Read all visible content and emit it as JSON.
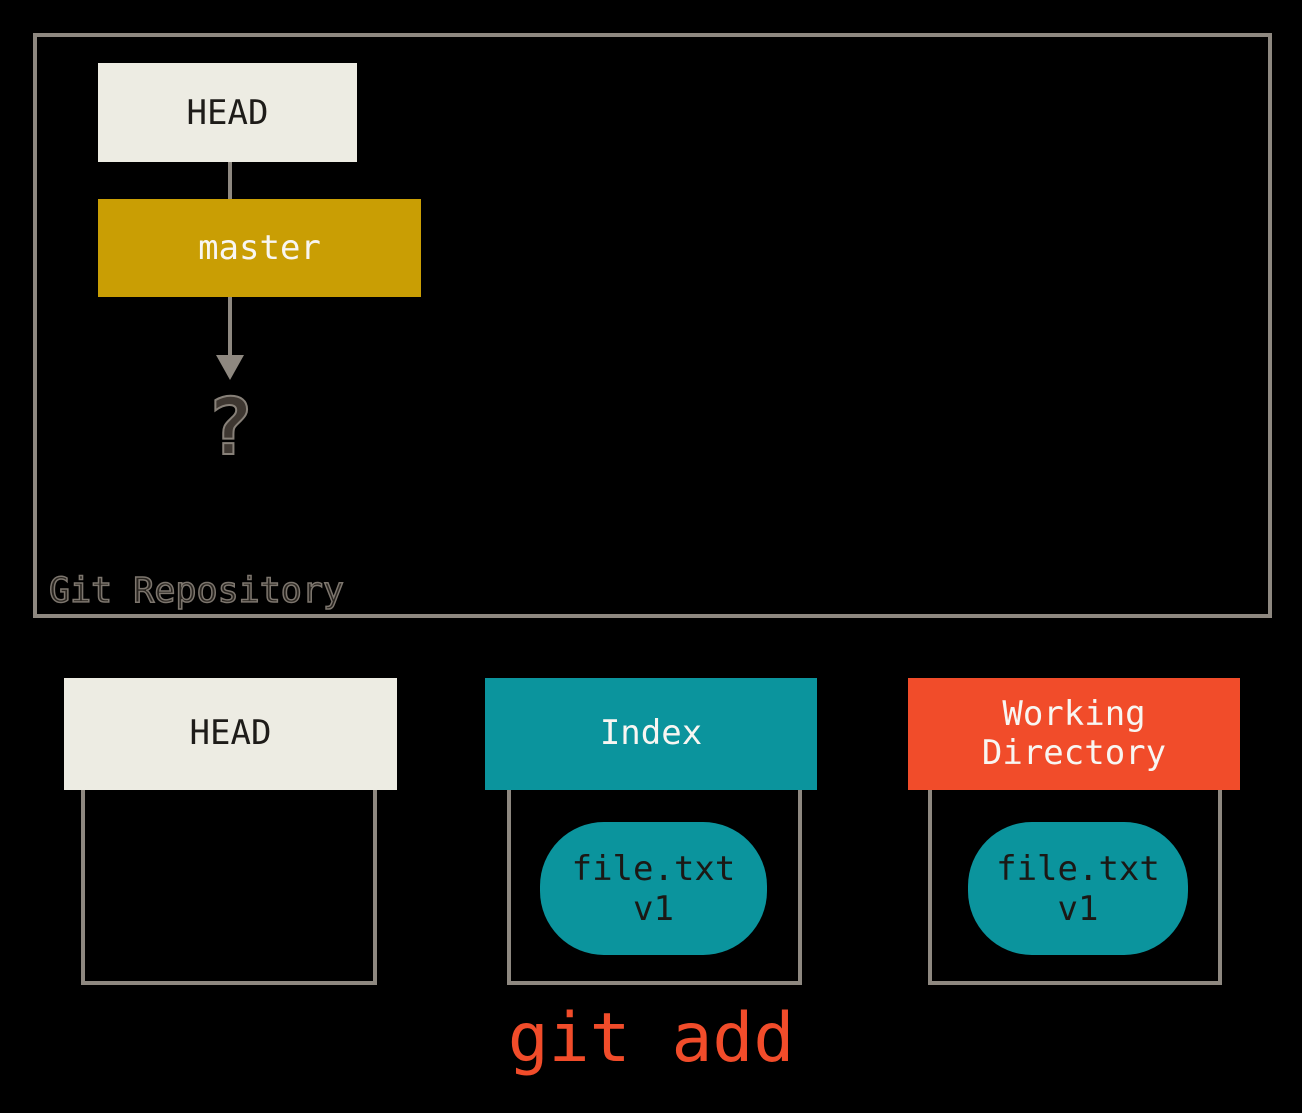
{
  "colors": {
    "background": "#000000",
    "border_gray": "#8E8880",
    "off_white": "#EDECE3",
    "branch_gold": "#C99E04",
    "teal": "#0B949D",
    "red_orange": "#F14C2A",
    "dark_text": "#1E1C19",
    "light_text": "#F8F6F2"
  },
  "repository": {
    "label": "Git Repository",
    "head_box": "HEAD",
    "branch_box": "master",
    "unknown_commit": "?"
  },
  "areas": {
    "head": {
      "title": "HEAD"
    },
    "index": {
      "title": "Index",
      "file": {
        "name": "file.txt",
        "version": "v1"
      }
    },
    "working_directory": {
      "title": "Working Directory",
      "file": {
        "name": "file.txt",
        "version": "v1"
      }
    }
  },
  "command": {
    "label": "git add"
  }
}
